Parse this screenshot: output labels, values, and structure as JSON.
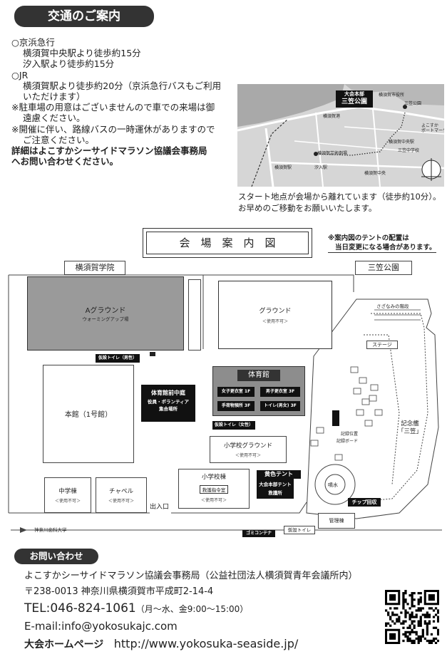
{
  "access": {
    "heading": "交通のご案内",
    "keikyu_title": "○京浜急行",
    "keikyu_line1": "横須賀中央駅より徒歩約15分",
    "keikyu_line2": "汐入駅より徒歩約15分",
    "jr_title": "○JR",
    "jr_line1": "横須賀駅より徒歩約20分（京浜急行バスもご利用",
    "jr_line2": "いただけます）",
    "note1_line1": "※駐車場の用意はございませんので車での来場は御",
    "note1_line2": "遠慮ください。",
    "note2_line1": "※開催に伴い、路線バスの一時運休がありますので",
    "note2_line2": "ご注意ください。",
    "detail_line1": "詳細はよこすかシーサイドマラソン協議会事務局",
    "detail_line2": "へお問い合わせください。"
  },
  "area_map": {
    "hq_label": "大会本部",
    "park_label": "三笠公園",
    "labels": {
      "city_hall": "横須賀市役所",
      "park_small": "三笠公園",
      "yokosuka_port": "横須賀港",
      "yokosuka_st": "横須賀駅",
      "kanagawa": "よこすか\nポートマーケット",
      "arena": "横須賀中央駅",
      "yokosuka_theater": "横須賀芸術劇場",
      "shioiri": "汐入駅",
      "post": "横須賀中央",
      "school": "三笠中学校"
    },
    "caption_line1": "スタート地点が会場から離れています（徒歩約10分）。",
    "caption_line2": "お早めのご移動をお願いいたします。"
  },
  "venue": {
    "title": "会　場　案　内　図",
    "note_line1": "※案内図のテントの配置は",
    "note_line2": "当日変更になる場合があります。",
    "gakuin": "横須賀学院",
    "mikasa": "三笠公園",
    "a_ground": "Aグラウンド",
    "a_ground_sub": "ウォーミングアップ場",
    "ground": "グラウンド",
    "unavailable": "＜使用不可＞",
    "toilet_men": "仮設トイレ（男性）",
    "toilet_women": "仮設トイレ（女性）",
    "toilet": "仮設トイレ",
    "courtyard_title": "体育館前中庭",
    "courtyard_sub1": "役員・ボランティア",
    "courtyard_sub2": "集合場所",
    "gym": "体育館",
    "gym_women": "女子更衣室 1F",
    "gym_men": "男子更衣室 3F",
    "gym_baggage": "手荷物預所 3F",
    "gym_toilet": "トイレ(男女) 3F",
    "main_bldg": "本館（1号館）",
    "elem_ground": "小学校グラウンド",
    "elem_bldg": "小学校棟",
    "first_aid": "救護指令室",
    "middle_bldg": "中学棟",
    "chapel": "チャペル",
    "entrance": "出入口",
    "yellow_tent": "黄色テント",
    "hq_tent": "大会本部テント",
    "medical": "救護所",
    "chip": "チップ回収",
    "kanagawa_dental": "神奈川歯科大学",
    "garbage": "ゴミコンテナ",
    "management": "管理棟",
    "fountain": "噴水",
    "stage": "ステージ",
    "steps": "さざなみの階段",
    "memorial_ship": "記念艦",
    "memorial_ship2": "「三笠」",
    "record_pos": "記録位置",
    "record_board": "記録ボード"
  },
  "contact": {
    "heading": "お問い合わせ",
    "org": "よこすかシーサイドマラソン協議会事務局（公益社団法人横須賀青年会議所内）",
    "address": "〒238-0013 神奈川県横須賀市平成町2-14-4",
    "tel_main": "TEL:046-824-1061",
    "tel_hours": "（月〜水、金9:00〜15:00）",
    "email": "E-mail:info@yokosukajc.com",
    "hp_label": "大会ホームページ",
    "hp_url": "http://www.yokosuka-seaside.jp/"
  }
}
